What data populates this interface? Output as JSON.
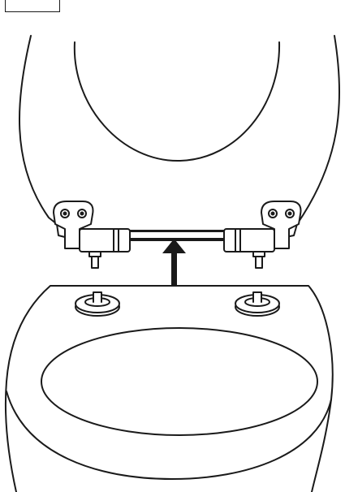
{
  "diagram": {
    "step_label": "",
    "colors": {
      "stroke": "#1a1a1a",
      "fill": "#ffffff",
      "arrow": "#1a1a1a"
    },
    "parts": [
      {
        "name": "seat-lid",
        "label": ""
      },
      {
        "name": "hinge-assembly",
        "label": ""
      },
      {
        "name": "toilet-bowl",
        "label": ""
      },
      {
        "name": "mounting-bolts",
        "label": ""
      },
      {
        "name": "direction-arrow",
        "label": "",
        "icon": "double-vertical-arrow-icon"
      }
    ]
  }
}
